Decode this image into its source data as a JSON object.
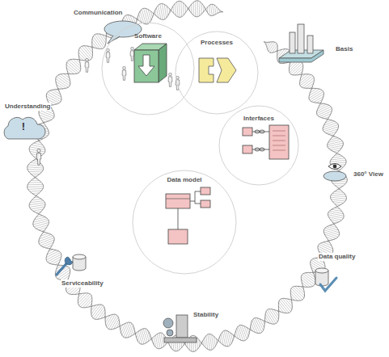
{
  "diagram": {
    "nodes": [
      {
        "text": [
          "Software"
        ]
      },
      {
        "text": [
          "Processes"
        ]
      },
      {
        "text": [
          "Interfaces"
        ]
      },
      {
        "text": [
          "Data model"
        ]
      }
    ],
    "labels": [
      "Communication",
      "Basis",
      "Understanding",
      "!",
      "360° View",
      "Serviceability",
      "Data quality",
      "Stability"
    ]
  }
}
